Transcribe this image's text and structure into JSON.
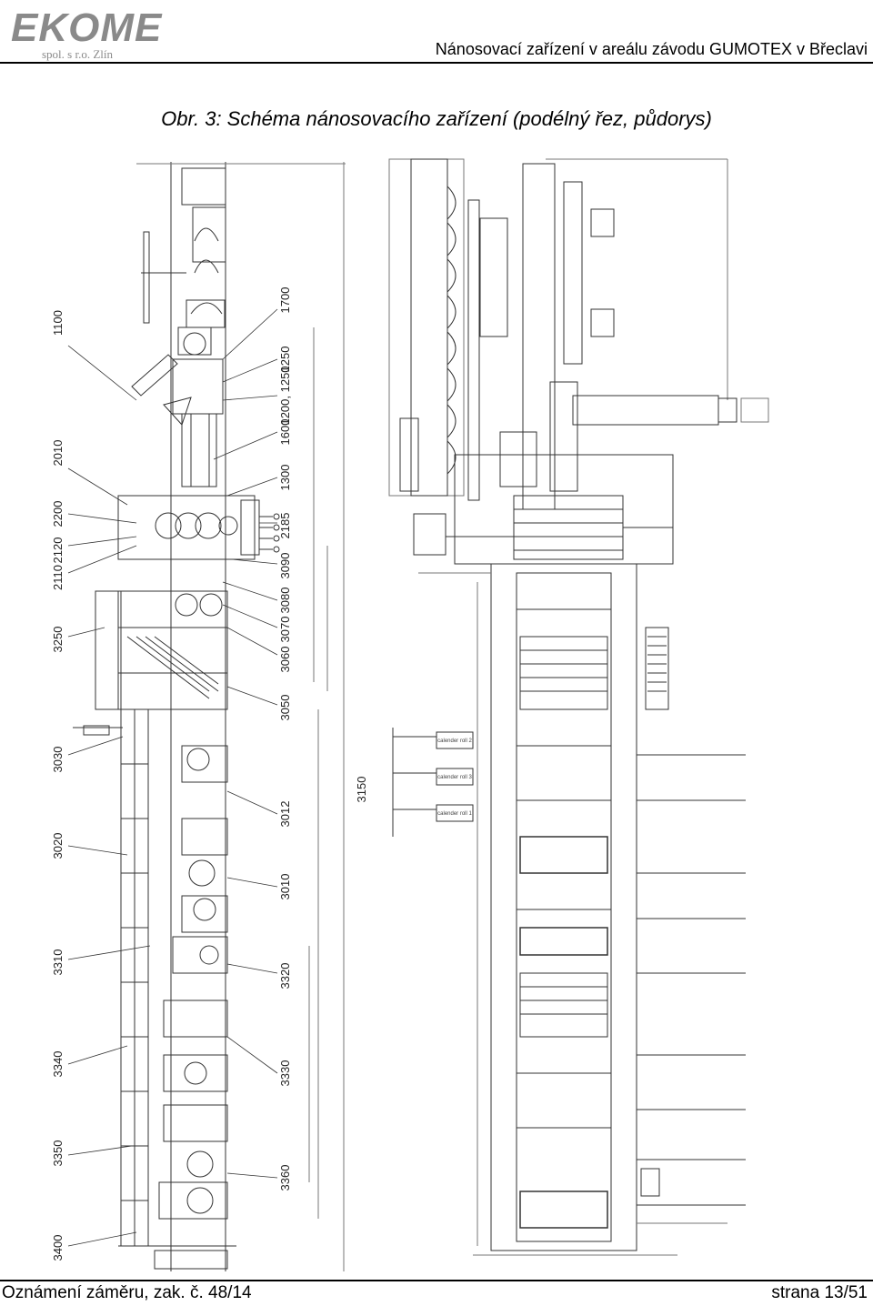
{
  "header": {
    "logo_word": "EKOME",
    "logo_sub": "spol. s r.o. Zlín",
    "title": "Nánosovací zařízení v areálu závodu GUMOTEX v Břeclavi"
  },
  "figure": {
    "caption": "Obr. 3: Schéma nánosovacího zařízení (podélný řez, půdorys)",
    "left_labels": [
      "1100",
      "2010",
      "2200",
      "2120",
      "2110",
      "3250",
      "3030",
      "3020",
      "3310",
      "3340",
      "3350",
      "3400"
    ],
    "right_labels": [
      "1700",
      "1250",
      "1200, 1250",
      "1600",
      "1300",
      "2185",
      "3090",
      "3080",
      "3070",
      "3060",
      "3050",
      "3012",
      "3010",
      "3320",
      "3330",
      "3360"
    ],
    "plan_label": "3150",
    "plan_units": [
      "calender roll 2",
      "calender roll 3",
      "calender roll 1"
    ]
  },
  "footer": {
    "left": "Oznámení záměru, zak. č. 48/14",
    "right": "strana 13/51"
  }
}
